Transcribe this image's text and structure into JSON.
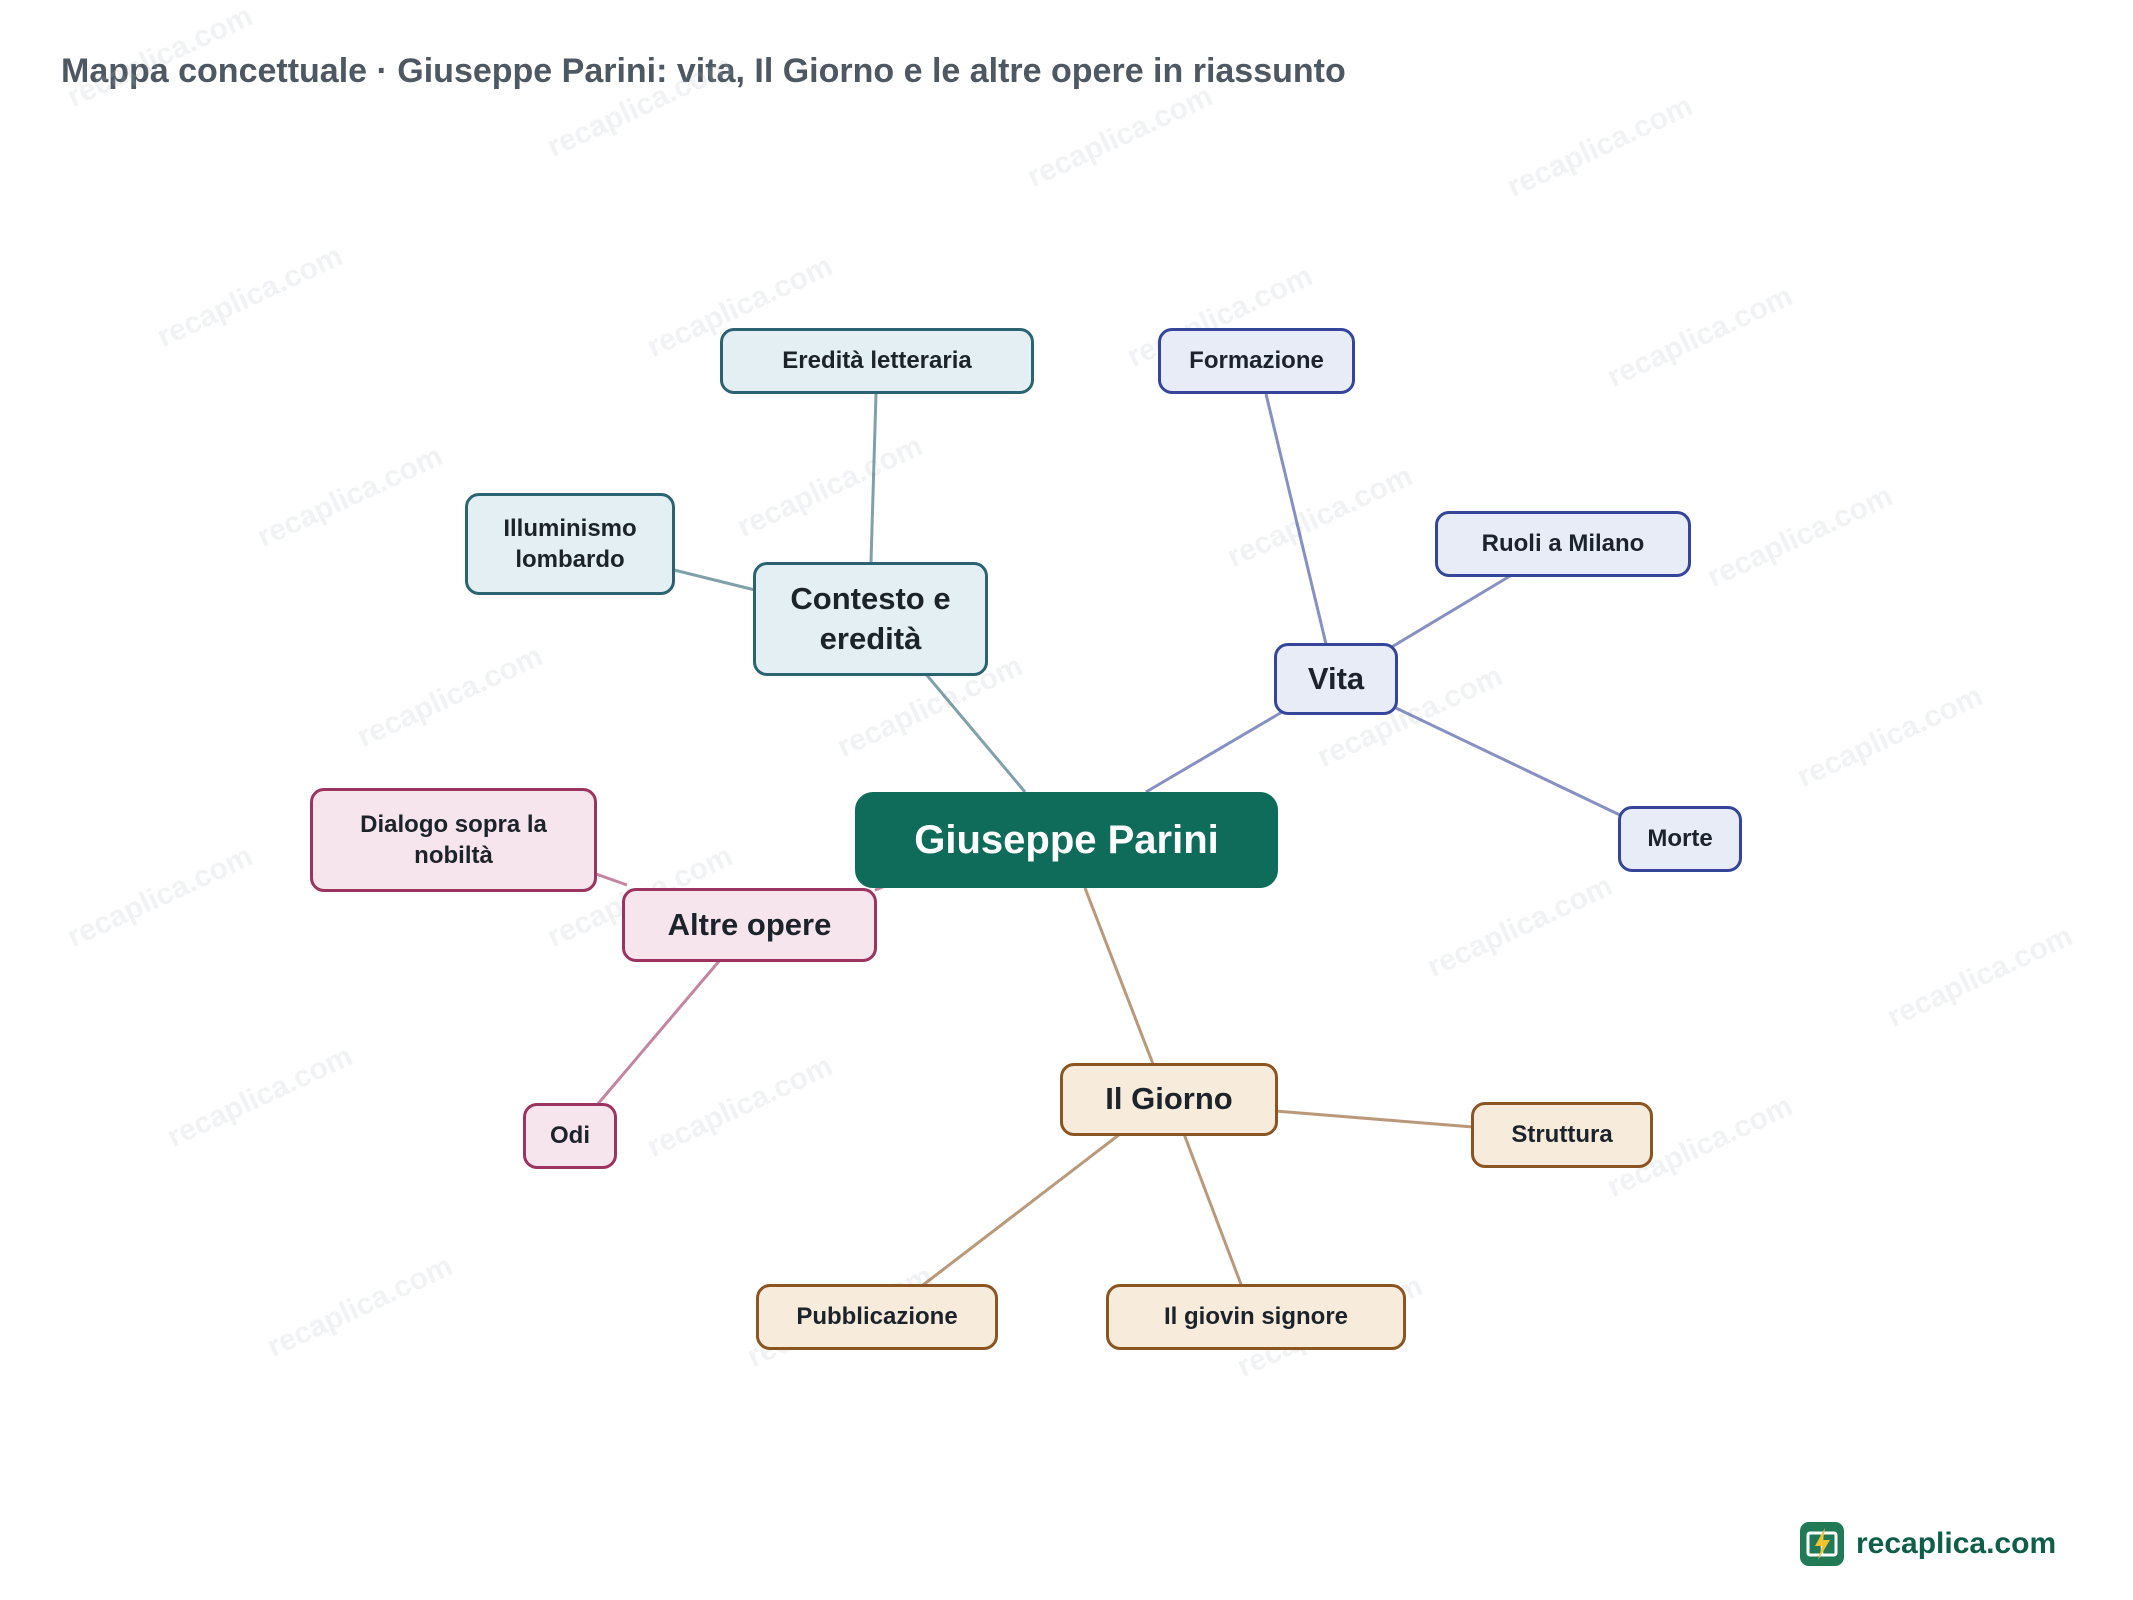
{
  "title": "Mappa concettuale · Giuseppe Parini: vita, Il Giorno e le altre opere in riassunto",
  "watermark_text": "recaplica.com",
  "brand": {
    "name": "recaplica.com",
    "logo_icon": "book-lightning-icon"
  },
  "colors": {
    "root": "#0f6b5a",
    "contesto": "#2c6372",
    "vita": "#35469a",
    "altre_opere": "#9c3462",
    "il_giorno": "#8a5521"
  },
  "root": {
    "label": "Giuseppe Parini"
  },
  "branches": {
    "contesto": {
      "label": "Contesto e eredità",
      "children": {
        "ereditá": "Eredità letteraria",
        "illuminismo": "Illuminismo lombardo"
      }
    },
    "vita": {
      "label": "Vita",
      "children": {
        "formazione": "Formazione",
        "ruoli": "Ruoli a Milano",
        "morte": "Morte"
      }
    },
    "altre_opere": {
      "label": "Altre opere",
      "children": {
        "dialogo": "Dialogo sopra la nobiltà",
        "odi": "Odi"
      }
    },
    "il_giorno": {
      "label": "Il Giorno",
      "children": {
        "struttura": "Struttura",
        "giovin": "Il giovin signore",
        "pubblicazione": "Pubblicazione"
      }
    }
  }
}
